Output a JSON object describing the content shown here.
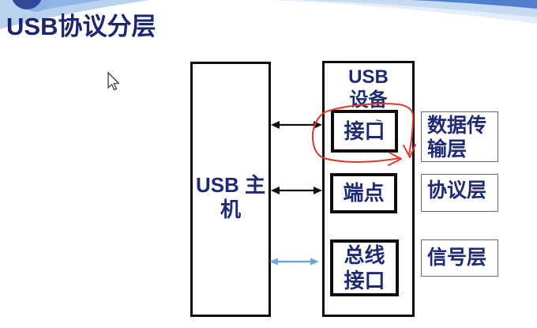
{
  "slide": {
    "title": "USB协议分层"
  },
  "diagram": {
    "host": {
      "label": "USB 主\n机"
    },
    "device": {
      "title": "USB\n设备",
      "components": [
        {
          "label": "接口"
        },
        {
          "label": "端点"
        },
        {
          "label": "总线\n接口"
        }
      ]
    },
    "layers": [
      {
        "label": "数据传\n输层"
      },
      {
        "label": "协议层"
      },
      {
        "label": "信号层"
      }
    ],
    "connections": [
      {
        "from": "USB 主机",
        "to": "接口",
        "style": "double-headed arrow",
        "color": "#111111"
      },
      {
        "from": "USB 主机",
        "to": "端点",
        "style": "double-headed arrow",
        "color": "#111111"
      },
      {
        "from": "USB 主机",
        "to": "总线接口",
        "style": "double-headed arrow",
        "color": "#6fa4dd"
      }
    ],
    "annotations": [
      {
        "type": "freehand red circle with arrow tips",
        "around": "接口",
        "color": "#dc3b2d"
      }
    ]
  },
  "colors": {
    "title_navy": "#1b2570",
    "label_navy": "#1e2a74",
    "box_border_black": "#0d0d0d",
    "layer_border_gray": "#6b6b6b",
    "annotation_red": "#dc3b2d",
    "arrow_blue": "#6fa4dd",
    "band_light_blue": "#b9d2ee",
    "band_medium_blue": "#8fb6e6",
    "band_dark_blue": "#4f7fce",
    "ball_navy": "#33479b"
  }
}
